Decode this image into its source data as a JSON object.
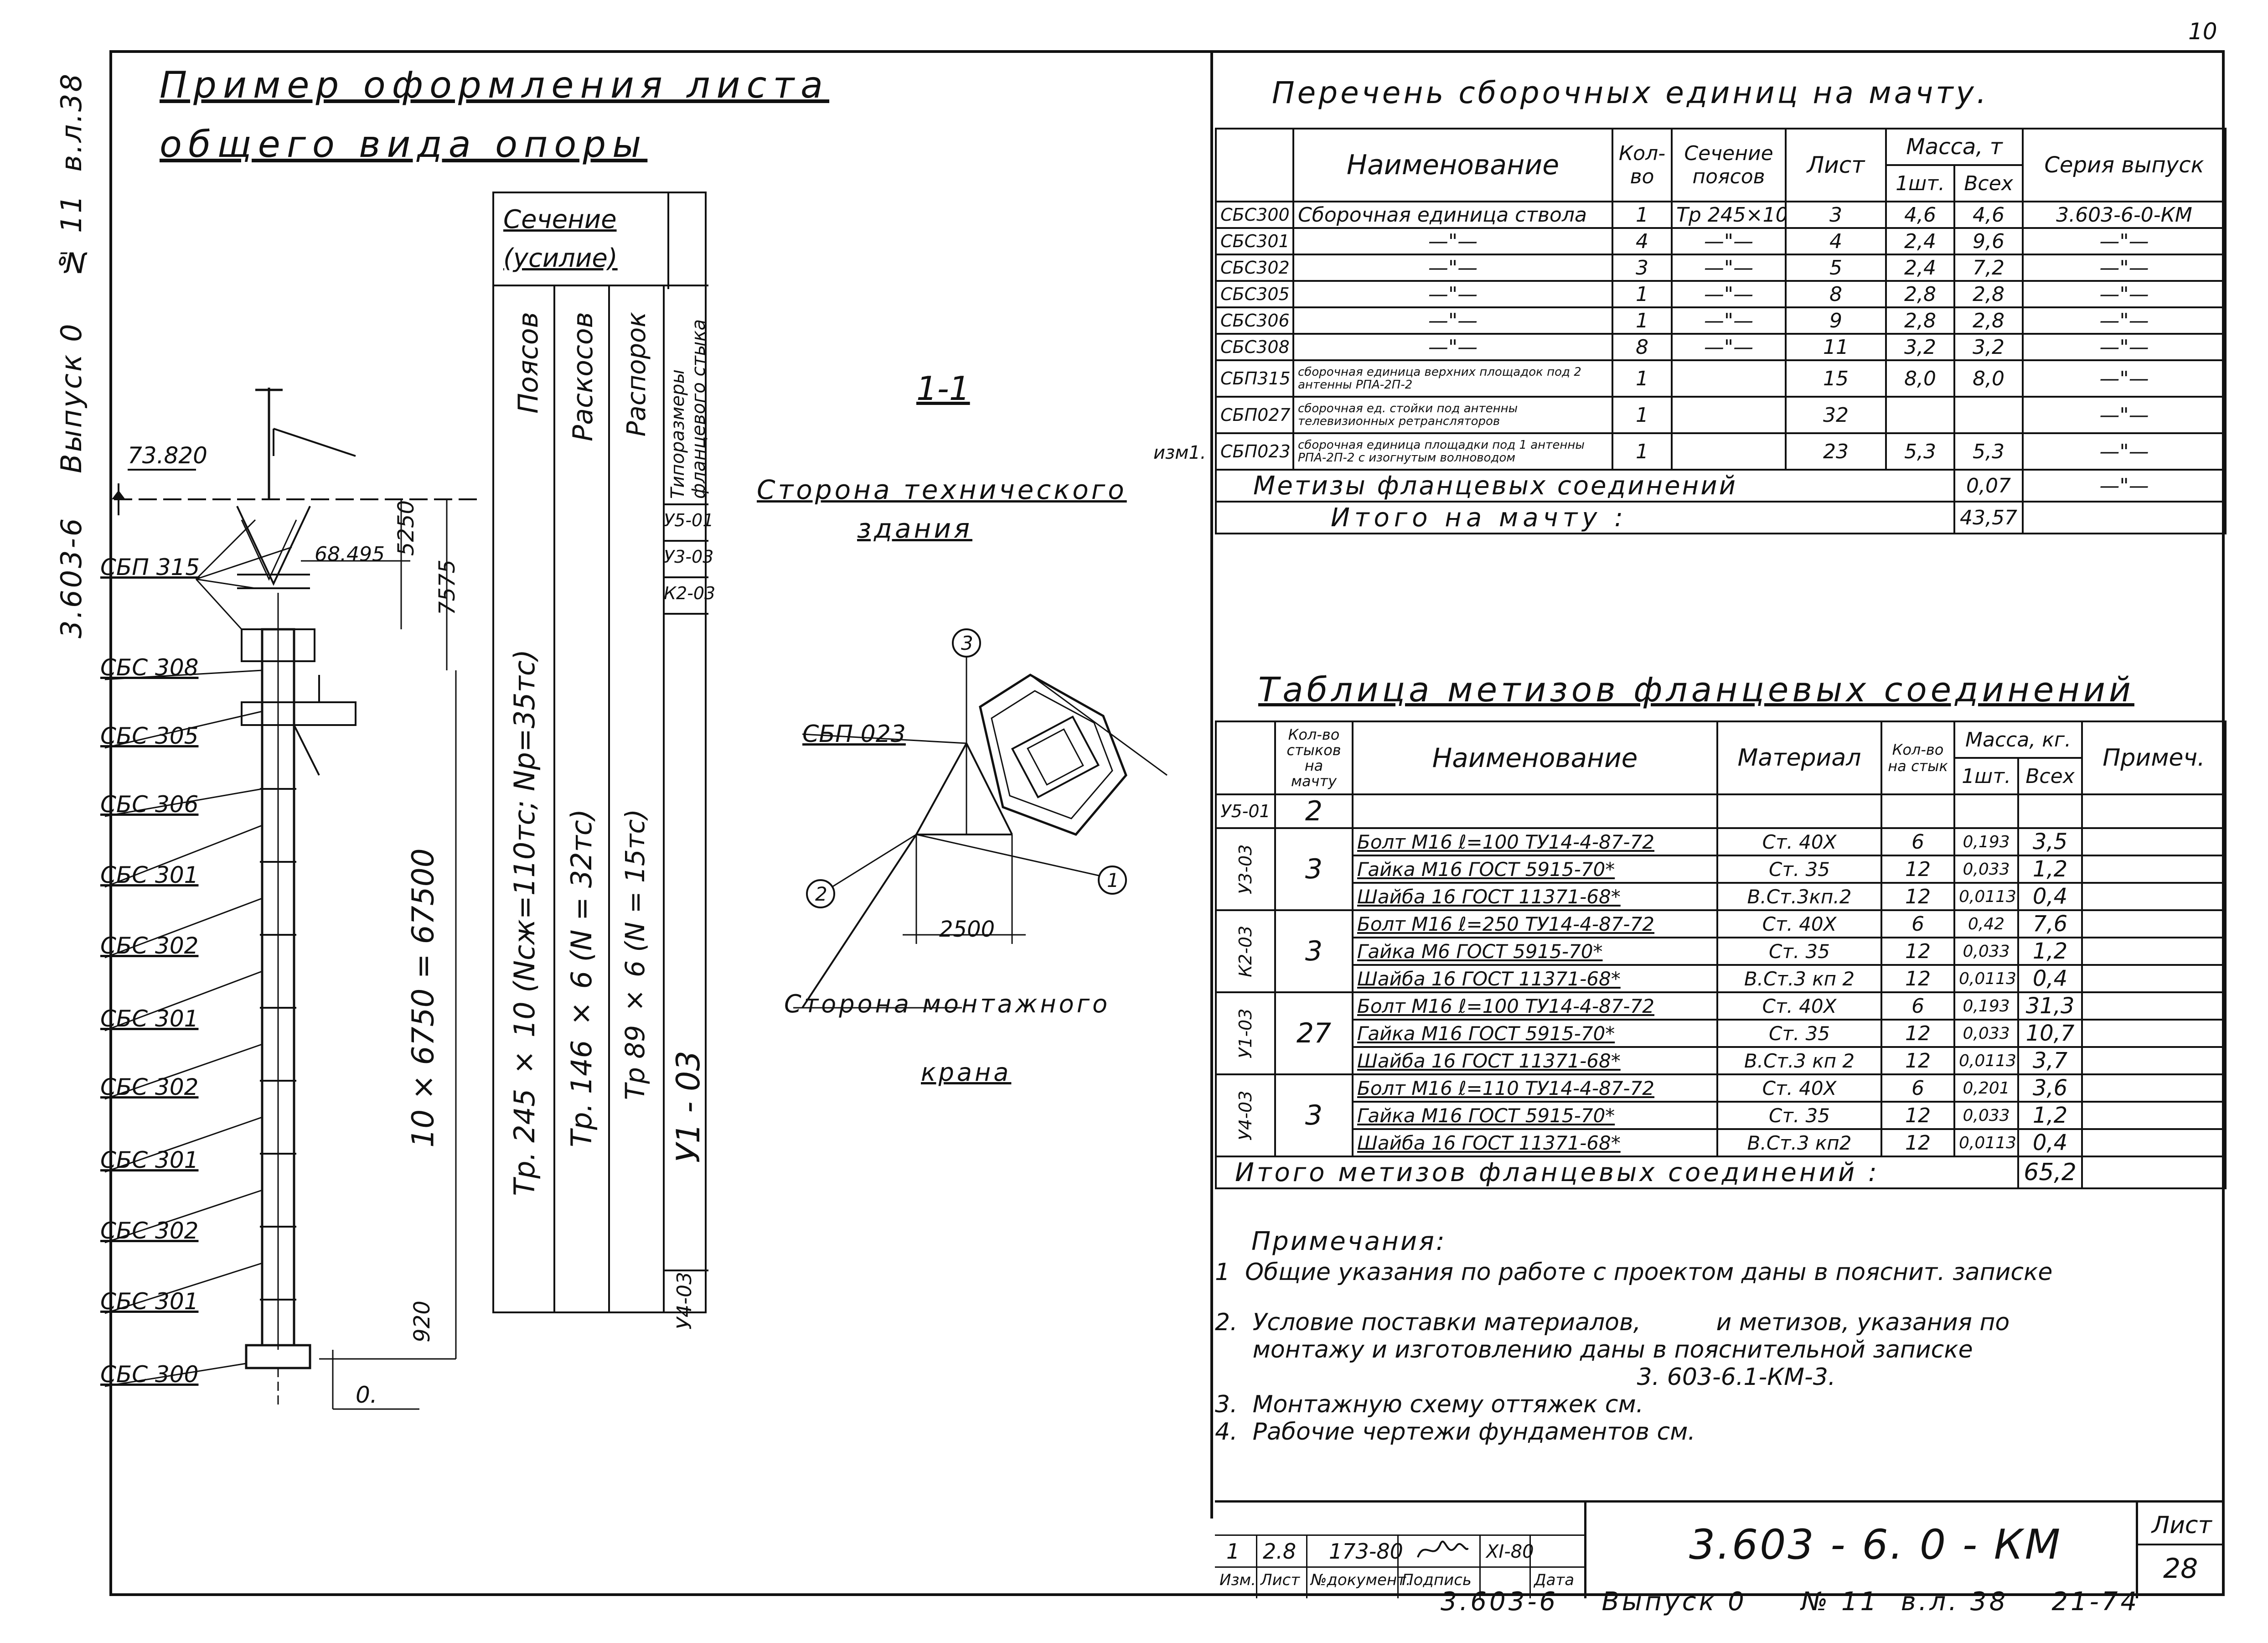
{
  "frame_top_right_mark": "10",
  "side_stamp": {
    "series": "3.603-6",
    "issue": "Выпуск 0",
    "no": "№ 11",
    "sheet": "в.л.38"
  },
  "title": {
    "line1": "Пример оформления листа",
    "line2": "общего вида опоры"
  },
  "mast": {
    "elevation_top": "73.820",
    "elevation_mid": "68.495",
    "dim_5250": "5250",
    "dim_7575": "7575",
    "dim_total": "10 × 6750 = 67500",
    "dim_920": "920",
    "elevation_zero": "0.",
    "labels": [
      "СБП 315",
      "СБС 308",
      "СБС 305",
      "СБС 306",
      "СБС 301",
      "СБС 302",
      "СБС 301",
      "СБС 302",
      "СБС 301",
      "СБС 302",
      "СБС 301",
      "СБС 300"
    ]
  },
  "section_table": {
    "header": "Сечение",
    "header2": "(усилие)",
    "col_labels": [
      "Поясов",
      "Раскосов",
      "Распорок",
      "Типоразмеры фланцевого стыка"
    ],
    "belt": "Тр. 245 × 10 (Nсж=110тс; Nр=35тс)",
    "brace": "Тр. 146 × 6 (N = 32тс)",
    "strut": "Тр 89 × 6 (N = 15тс)",
    "joint": "У1 - 03",
    "flanges": [
      "У5-01",
      "У3-03",
      "К2-03",
      "У4-03"
    ]
  },
  "section_view": {
    "title": "1-1",
    "side_top": "Сторона технического",
    "side_top2": "здания",
    "label": "СБП 023",
    "dim": "2500",
    "side_bottom": "Сторона монтажного",
    "side_bottom2": "крана",
    "axis": [
      "1",
      "2",
      "3"
    ]
  },
  "units_table": {
    "title": "Перечень сборочных единиц на мачту.",
    "headers": {
      "name": "Наименование",
      "qty": "Кол-во",
      "section": "Сечение поясов",
      "sheet": "Лист",
      "mass": "Масса, т",
      "mass1": "1шт.",
      "massall": "Всех",
      "series": "Серия выпуск"
    },
    "change_mark": "изм1.",
    "rows": [
      {
        "code": "СБС300",
        "name": "Сборочная единица ствола",
        "qty": "1",
        "section": "Тр 245×10",
        "sheet": "3",
        "m1": "4,6",
        "mall": "4,6",
        "series": "3.603-6-0-КМ"
      },
      {
        "code": "СБС301",
        "name": "—\"—",
        "qty": "4",
        "section": "—\"—",
        "sheet": "4",
        "m1": "2,4",
        "mall": "9,6",
        "series": "—\"—"
      },
      {
        "code": "СБС302",
        "name": "—\"—",
        "qty": "3",
        "section": "—\"—",
        "sheet": "5",
        "m1": "2,4",
        "mall": "7,2",
        "series": "—\"—"
      },
      {
        "code": "СБС305",
        "name": "—\"—",
        "qty": "1",
        "section": "—\"—",
        "sheet": "8",
        "m1": "2,8",
        "mall": "2,8",
        "series": "—\"—"
      },
      {
        "code": "СБС306",
        "name": "—\"—",
        "qty": "1",
        "section": "—\"—",
        "sheet": "9",
        "m1": "2,8",
        "mall": "2,8",
        "series": "—\"—"
      },
      {
        "code": "СБС308",
        "name": "—\"—",
        "qty": "8",
        "section": "—\"—",
        "sheet": "11",
        "m1": "3,2",
        "mall": "3,2",
        "series": "—\"—"
      }
    ],
    "rows2": [
      {
        "code": "СБП315",
        "name": "сборочная единица верхних площадок под 2 антенны РПА-2П-2",
        "qty": "1",
        "sheet": "15",
        "m1": "8,0",
        "mall": "8,0",
        "series": "—\"—"
      },
      {
        "code": "СБП027",
        "name": "сборочная ед. стойки под антенны телевизионных ретрансляторов",
        "qty": "1",
        "sheet": "32",
        "m1": "",
        "mall": "",
        "series": "—\"—"
      },
      {
        "code": "СБП023",
        "name": "сборочная единица площадки под 1 антенны РПА-2П-2 с изогнутым волноводом",
        "qty": "1",
        "sheet": "23",
        "m1": "5,3",
        "mall": "5,3",
        "series": "—\"—"
      }
    ],
    "hardware_row": {
      "name": "Метизы фланцевых соединений",
      "mall": "0,07",
      "series": "—\"—"
    },
    "total_row": {
      "name": "Итого на мачту :",
      "mall": "43,57"
    }
  },
  "fasteners_table": {
    "title": "Таблица метизов фланцевых соединений",
    "headers": {
      "joints": "Кол-во стыков на мачту",
      "name": "Наименование",
      "material": "Материал",
      "qty": "Кол-во на стык",
      "mass": "Масса, кг.",
      "m1": "1шт.",
      "mall": "Всех",
      "note": "Примеч."
    },
    "groups": [
      {
        "type": "У5-01",
        "count": "2",
        "items": []
      },
      {
        "type": "У3-03",
        "count": "3",
        "items": [
          {
            "name": "Болт М16 ℓ=100 ТУ14-4-87-72",
            "material": "Ст. 40Х",
            "qty": "6",
            "m1": "0,193",
            "mall": "3,5"
          },
          {
            "name": "Гайка М16 ГОСТ 5915-70*",
            "material": "Ст. 35",
            "qty": "12",
            "m1": "0,033",
            "mall": "1,2"
          },
          {
            "name": "Шайба 16 ГОСТ 11371-68*",
            "material": "В.Ст.3кп.2",
            "qty": "12",
            "m1": "0,0113",
            "mall": "0,4"
          }
        ]
      },
      {
        "type": "К2-03",
        "count": "3",
        "items": [
          {
            "name": "Болт М16 ℓ=250 ТУ14-4-87-72",
            "material": "Ст. 40Х",
            "qty": "6",
            "m1": "0,42",
            "mall": "7,6"
          },
          {
            "name": "Гайка М6 ГОСТ 5915-70*",
            "material": "Ст. 35",
            "qty": "12",
            "m1": "0,033",
            "mall": "1,2"
          },
          {
            "name": "Шайба 16 ГОСТ 11371-68*",
            "material": "В.Ст.3 кп 2",
            "qty": "12",
            "m1": "0,0113",
            "mall": "0,4"
          }
        ]
      },
      {
        "type": "У1-03",
        "count": "27",
        "items": [
          {
            "name": "Болт М16 ℓ=100 ТУ14-4-87-72",
            "material": "Ст. 40Х",
            "qty": "6",
            "m1": "0,193",
            "mall": "31,3"
          },
          {
            "name": "Гайка М16 ГОСТ 5915-70*",
            "material": "Ст. 35",
            "qty": "12",
            "m1": "0,033",
            "mall": "10,7"
          },
          {
            "name": "Шайба 16 ГОСТ 11371-68*",
            "material": "В.Ст.3 кп 2",
            "qty": "12",
            "m1": "0,0113",
            "mall": "3,7"
          }
        ]
      },
      {
        "type": "У4-03",
        "count": "3",
        "items": [
          {
            "name": "Болт М16 ℓ=110 ТУ14-4-87-72",
            "material": "Ст. 40Х",
            "qty": "6",
            "m1": "0,201",
            "mall": "3,6"
          },
          {
            "name": "Гайка М16 ГОСТ 5915-70*",
            "material": "Ст. 35",
            "qty": "12",
            "m1": "0,033",
            "mall": "1,2"
          },
          {
            "name": "Шайба 16 ГОСТ 11371-68*",
            "material": "В.Ст.3 кп2",
            "qty": "12",
            "m1": "0,0113",
            "mall": "0,4"
          }
        ]
      }
    ],
    "total": {
      "name": "Итого метизов фланцевых соединений :",
      "value": "65,2"
    }
  },
  "notes": {
    "heading": "Примечания:",
    "items": [
      "1  Общие указания по работе с проектом даны в пояснит. записке",
      "2.  Условие поставки материалов,          и метизов, указания по",
      "     монтажу и изготовлению даны в пояснительной записке",
      "                                                        3. 603-6.1-КМ-3.",
      "3.  Монтажную схему оттяжек см.",
      "4.  Рабочие чертежи фундаментов см."
    ]
  },
  "title_block": {
    "rev": "1",
    "sheet_no": "2.8",
    "doc_no": "173-80",
    "date": "XI-80",
    "captions": [
      "Изм.",
      "Лист",
      "№документ.",
      "Подпись",
      "Дата"
    ],
    "code": "3.603 - 6. 0 - КМ",
    "sheet_label": "Лист",
    "sheet_value": "28"
  },
  "bottom_stamp": {
    "series": "3.603-6",
    "issue": "Выпуск 0",
    "no": "№ 11",
    "sheet": "в.л. 38",
    "code": "21-74"
  }
}
